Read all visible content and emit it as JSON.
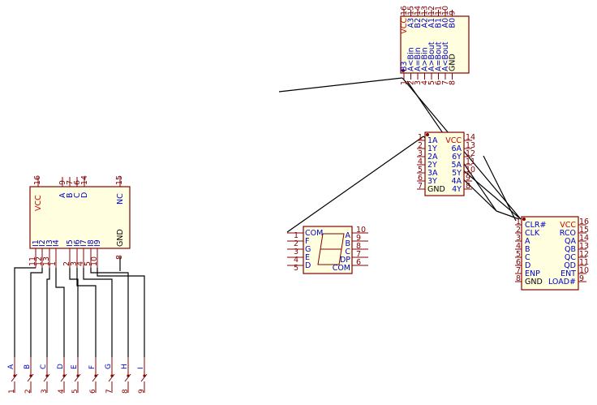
{
  "comparator": {
    "top_pins": [
      {
        "n": "16",
        "l": "VCC",
        "c": "red"
      },
      {
        "n": "15",
        "l": "A3",
        "c": "blue"
      },
      {
        "n": "14",
        "l": "B2",
        "c": "blue"
      },
      {
        "n": "13",
        "l": "A2",
        "c": "blue"
      },
      {
        "n": "12",
        "l": "A1",
        "c": "blue"
      },
      {
        "n": "11",
        "l": "B1",
        "c": "blue"
      },
      {
        "n": "10",
        "l": "A0",
        "c": "blue"
      },
      {
        "n": "9",
        "l": "B0",
        "c": "blue"
      }
    ],
    "bottom_pins": [
      {
        "n": "1",
        "l": "B3",
        "c": "blue"
      },
      {
        "n": "2",
        "l": "A<Bin",
        "c": "blue"
      },
      {
        "n": "3",
        "l": "A=Bin",
        "c": "blue"
      },
      {
        "n": "4",
        "l": "A>Bin",
        "c": "blue"
      },
      {
        "n": "5",
        "l": "A>Bout",
        "c": "blue"
      },
      {
        "n": "6",
        "l": "A=Bout",
        "c": "blue"
      },
      {
        "n": "7",
        "l": "A<Bout",
        "c": "blue"
      },
      {
        "n": "8",
        "l": "GND",
        "c": "black"
      }
    ]
  },
  "inverter": {
    "left_pins": [
      {
        "n": "1",
        "l": "1A"
      },
      {
        "n": "2",
        "l": "1Y"
      },
      {
        "n": "3",
        "l": "2A"
      },
      {
        "n": "4",
        "l": "2Y"
      },
      {
        "n": "5",
        "l": "3A"
      },
      {
        "n": "6",
        "l": "3Y"
      },
      {
        "n": "7",
        "l": "GND"
      }
    ],
    "right_pins": [
      {
        "n": "14",
        "l": "VCC"
      },
      {
        "n": "13",
        "l": "6A"
      },
      {
        "n": "12",
        "l": "6Y"
      },
      {
        "n": "11",
        "l": "5A"
      },
      {
        "n": "10",
        "l": "5Y"
      },
      {
        "n": "9",
        "l": "4A"
      },
      {
        "n": "8",
        "l": "4Y"
      }
    ]
  },
  "display": {
    "left_pins": [
      {
        "n": "1",
        "l": "COM"
      },
      {
        "n": "2",
        "l": "F"
      },
      {
        "n": "3",
        "l": "G"
      },
      {
        "n": "4",
        "l": "E"
      },
      {
        "n": "5",
        "l": "D"
      }
    ],
    "right_pins": [
      {
        "n": "10",
        "l": "A"
      },
      {
        "n": "9",
        "l": "B"
      },
      {
        "n": "8",
        "l": "C"
      },
      {
        "n": "7",
        "l": "DP"
      },
      {
        "n": "6",
        "l": "COM"
      }
    ]
  },
  "counter": {
    "left_pins": [
      {
        "n": "1",
        "l": "CLR#"
      },
      {
        "n": "2",
        "l": "CLK"
      },
      {
        "n": "3",
        "l": "A"
      },
      {
        "n": "4",
        "l": "B"
      },
      {
        "n": "5",
        "l": "C"
      },
      {
        "n": "6",
        "l": "D"
      },
      {
        "n": "7",
        "l": "ENP"
      },
      {
        "n": "8",
        "l": "GND"
      }
    ],
    "right_pins": [
      {
        "n": "16",
        "l": "VCC"
      },
      {
        "n": "15",
        "l": "RCO"
      },
      {
        "n": "14",
        "l": "QA"
      },
      {
        "n": "13",
        "l": "QB"
      },
      {
        "n": "12",
        "l": "QC"
      },
      {
        "n": "11",
        "l": "QD"
      },
      {
        "n": "10",
        "l": "ENT"
      },
      {
        "n": "9",
        "l": "LOAD#"
      }
    ]
  },
  "encoder": {
    "vcc_label": "VCC",
    "vcc_pin": "16",
    "nc_label": "NC",
    "nc_pin": "15",
    "top_pins": [
      {
        "n": "9",
        "l": "A"
      },
      {
        "n": "7",
        "l": "B"
      },
      {
        "n": "6",
        "l": "C"
      },
      {
        "n": "14",
        "l": "D"
      }
    ],
    "bottom_pins": [
      {
        "n": "11",
        "l": "I1"
      },
      {
        "n": "12",
        "l": "I2"
      },
      {
        "n": "13",
        "l": "I3"
      },
      {
        "n": "1",
        "l": "I4"
      },
      {
        "n": "2",
        "l": "I5"
      },
      {
        "n": "3",
        "l": "I6"
      },
      {
        "n": "4",
        "l": "I7"
      },
      {
        "n": "5",
        "l": "I8"
      },
      {
        "n": "10",
        "l": "I9"
      }
    ],
    "gnd_label": "GND",
    "gnd_pin": "8"
  },
  "switches": [
    {
      "n": "1",
      "l": "A"
    },
    {
      "n": "2",
      "l": "B"
    },
    {
      "n": "3",
      "l": "C"
    },
    {
      "n": "4",
      "l": "D"
    },
    {
      "n": "5",
      "l": "E"
    },
    {
      "n": "6",
      "l": "F"
    },
    {
      "n": "7",
      "l": "G"
    },
    {
      "n": "8",
      "l": "H"
    },
    {
      "n": "9",
      "l": "I"
    }
  ],
  "colors": {
    "pin_label": "#0000c8",
    "power_label": "#c80000",
    "pin_number": "#840000",
    "body_fill": "#ffffe0",
    "wire": "#000000"
  }
}
